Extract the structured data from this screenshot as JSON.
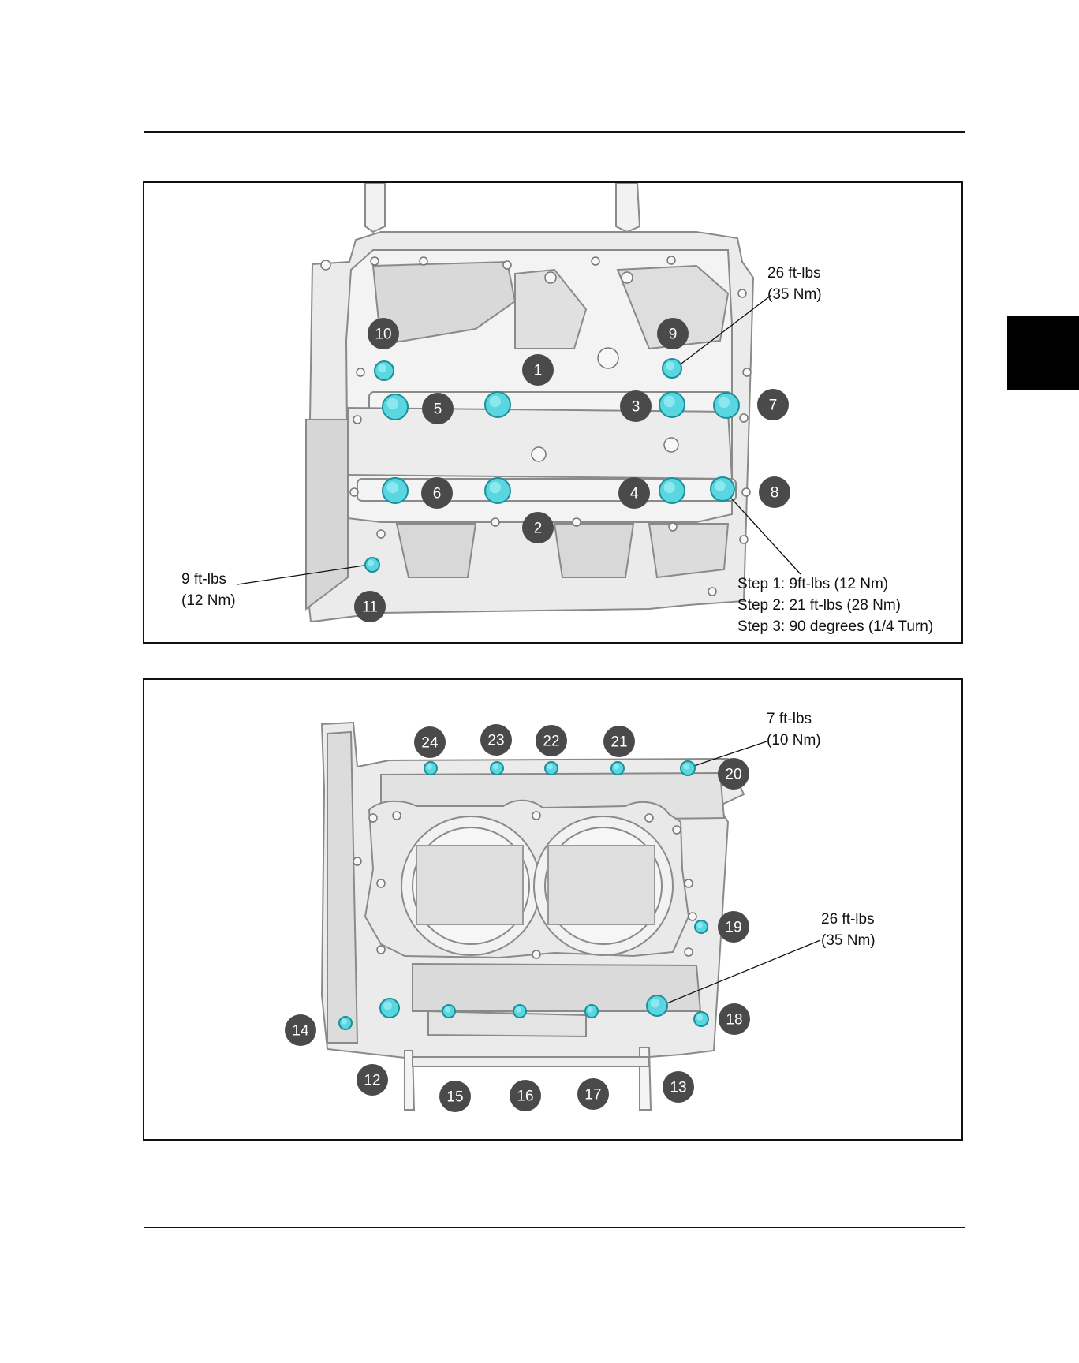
{
  "figure_top": {
    "bolts": [
      {
        "n": "1"
      },
      {
        "n": "2"
      },
      {
        "n": "3"
      },
      {
        "n": "4"
      },
      {
        "n": "5"
      },
      {
        "n": "6"
      },
      {
        "n": "7"
      },
      {
        "n": "8"
      },
      {
        "n": "9"
      },
      {
        "n": "10"
      },
      {
        "n": "11"
      }
    ],
    "callouts": {
      "torque_26": [
        "26 ft-lbs",
        "(35 Nm)"
      ],
      "torque_9": [
        "9 ft-lbs",
        "(12 Nm)"
      ],
      "steps": [
        "Step 1: 9ft-lbs (12 Nm)",
        "Step 2: 21 ft-lbs (28 Nm)",
        "Step 3: 90 degrees (1/4 Turn)"
      ]
    }
  },
  "figure_bottom": {
    "bolts": [
      {
        "n": "12"
      },
      {
        "n": "13"
      },
      {
        "n": "14"
      },
      {
        "n": "15"
      },
      {
        "n": "16"
      },
      {
        "n": "17"
      },
      {
        "n": "18"
      },
      {
        "n": "19"
      },
      {
        "n": "20"
      },
      {
        "n": "21"
      },
      {
        "n": "22"
      },
      {
        "n": "23"
      },
      {
        "n": "24"
      }
    ],
    "callouts": {
      "torque_7": [
        "7 ft-lbs",
        "(10 Nm)"
      ],
      "torque_26": [
        "26 ft-lbs",
        "(35 Nm)"
      ]
    }
  },
  "colors": {
    "bolt_head": "#59d6df",
    "bolt_edge": "#1b8f9a",
    "number_badge": "#4a4a4a",
    "casting": "#e8e8e8",
    "casting_edge": "#8a8a8a"
  }
}
